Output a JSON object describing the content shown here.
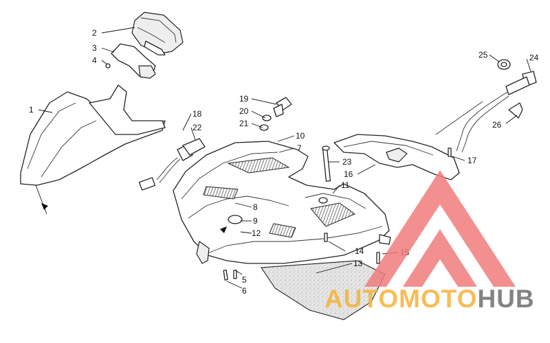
{
  "callouts": [
    {
      "id": "c1",
      "label": "1"
    },
    {
      "id": "c2",
      "label": "2"
    },
    {
      "id": "c3",
      "label": "3"
    },
    {
      "id": "c4",
      "label": "4"
    },
    {
      "id": "c5",
      "label": "5"
    },
    {
      "id": "c6",
      "label": "6"
    },
    {
      "id": "c7",
      "label": "7"
    },
    {
      "id": "c8",
      "label": "8"
    },
    {
      "id": "c9",
      "label": "9"
    },
    {
      "id": "c10",
      "label": "10"
    },
    {
      "id": "c11",
      "label": "11"
    },
    {
      "id": "c12",
      "label": "12"
    },
    {
      "id": "c13",
      "label": "13"
    },
    {
      "id": "c14",
      "label": "14"
    },
    {
      "id": "c15",
      "label": "15"
    },
    {
      "id": "c16",
      "label": "16"
    },
    {
      "id": "c17",
      "label": "17"
    },
    {
      "id": "c18",
      "label": "18"
    },
    {
      "id": "c19",
      "label": "19"
    },
    {
      "id": "c20",
      "label": "20"
    },
    {
      "id": "c21",
      "label": "21"
    },
    {
      "id": "c22",
      "label": "22"
    },
    {
      "id": "c23",
      "label": "23"
    },
    {
      "id": "c24",
      "label": "24"
    },
    {
      "id": "c25",
      "label": "25"
    },
    {
      "id": "c26",
      "label": "26"
    }
  ],
  "watermark": {
    "part_auto": "AUTO",
    "part_moto": "MOTO",
    "part_hub": "HUB",
    "colors": {
      "triangle": "#f07d7d",
      "auto_moto": "#f6b23a",
      "hub": "#6e6e6e"
    }
  }
}
